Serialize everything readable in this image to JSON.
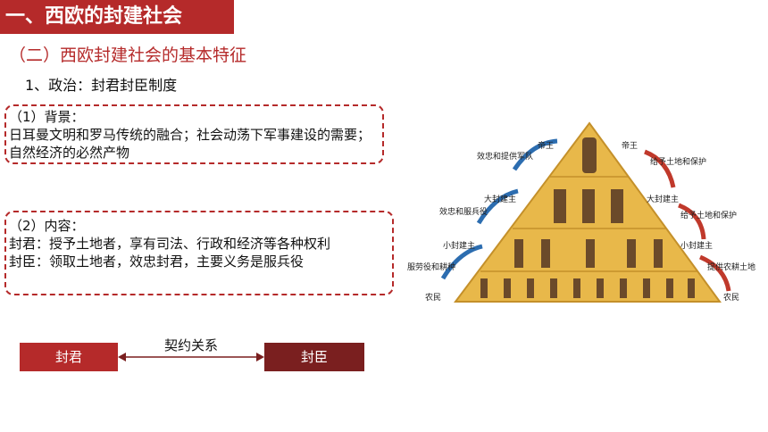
{
  "section_title": "一、西欧的封建社会",
  "subtitle": "（二）西欧封建社会的基本特征",
  "point1": "1、政治：封君封臣制度",
  "background": {
    "heading": "（1）背景：",
    "text": "日耳曼文明和罗马传统的融合；社会动荡下军事建设的需要；自然经济的必然产物"
  },
  "content": {
    "heading": "（2）内容：",
    "lord_desc": "封君：授予土地者，享有司法、行政和经济等各种权利",
    "vassal_desc": "封臣：领取土地者，效忠封君，主要义务是服兵役"
  },
  "relation": {
    "lord": "封君",
    "vassal": "封臣",
    "label": "契约关系"
  },
  "pyramid": {
    "left_labels": [
      "效忠和提供军队",
      "效忠和服兵役",
      "服劳役和耕种"
    ],
    "right_labels": [
      "给予土地和保护",
      "给予土地和保护",
      "提供农耕土地"
    ],
    "levels_left": [
      "帝王",
      "大封建主",
      "小封建主",
      "农民"
    ],
    "levels_right": [
      "帝王",
      "大封建主",
      "小封建主",
      "农民"
    ]
  },
  "colors": {
    "accent": "#b52a2a",
    "dark": "#7a1f1f",
    "pyramid": "#e8b84a"
  }
}
